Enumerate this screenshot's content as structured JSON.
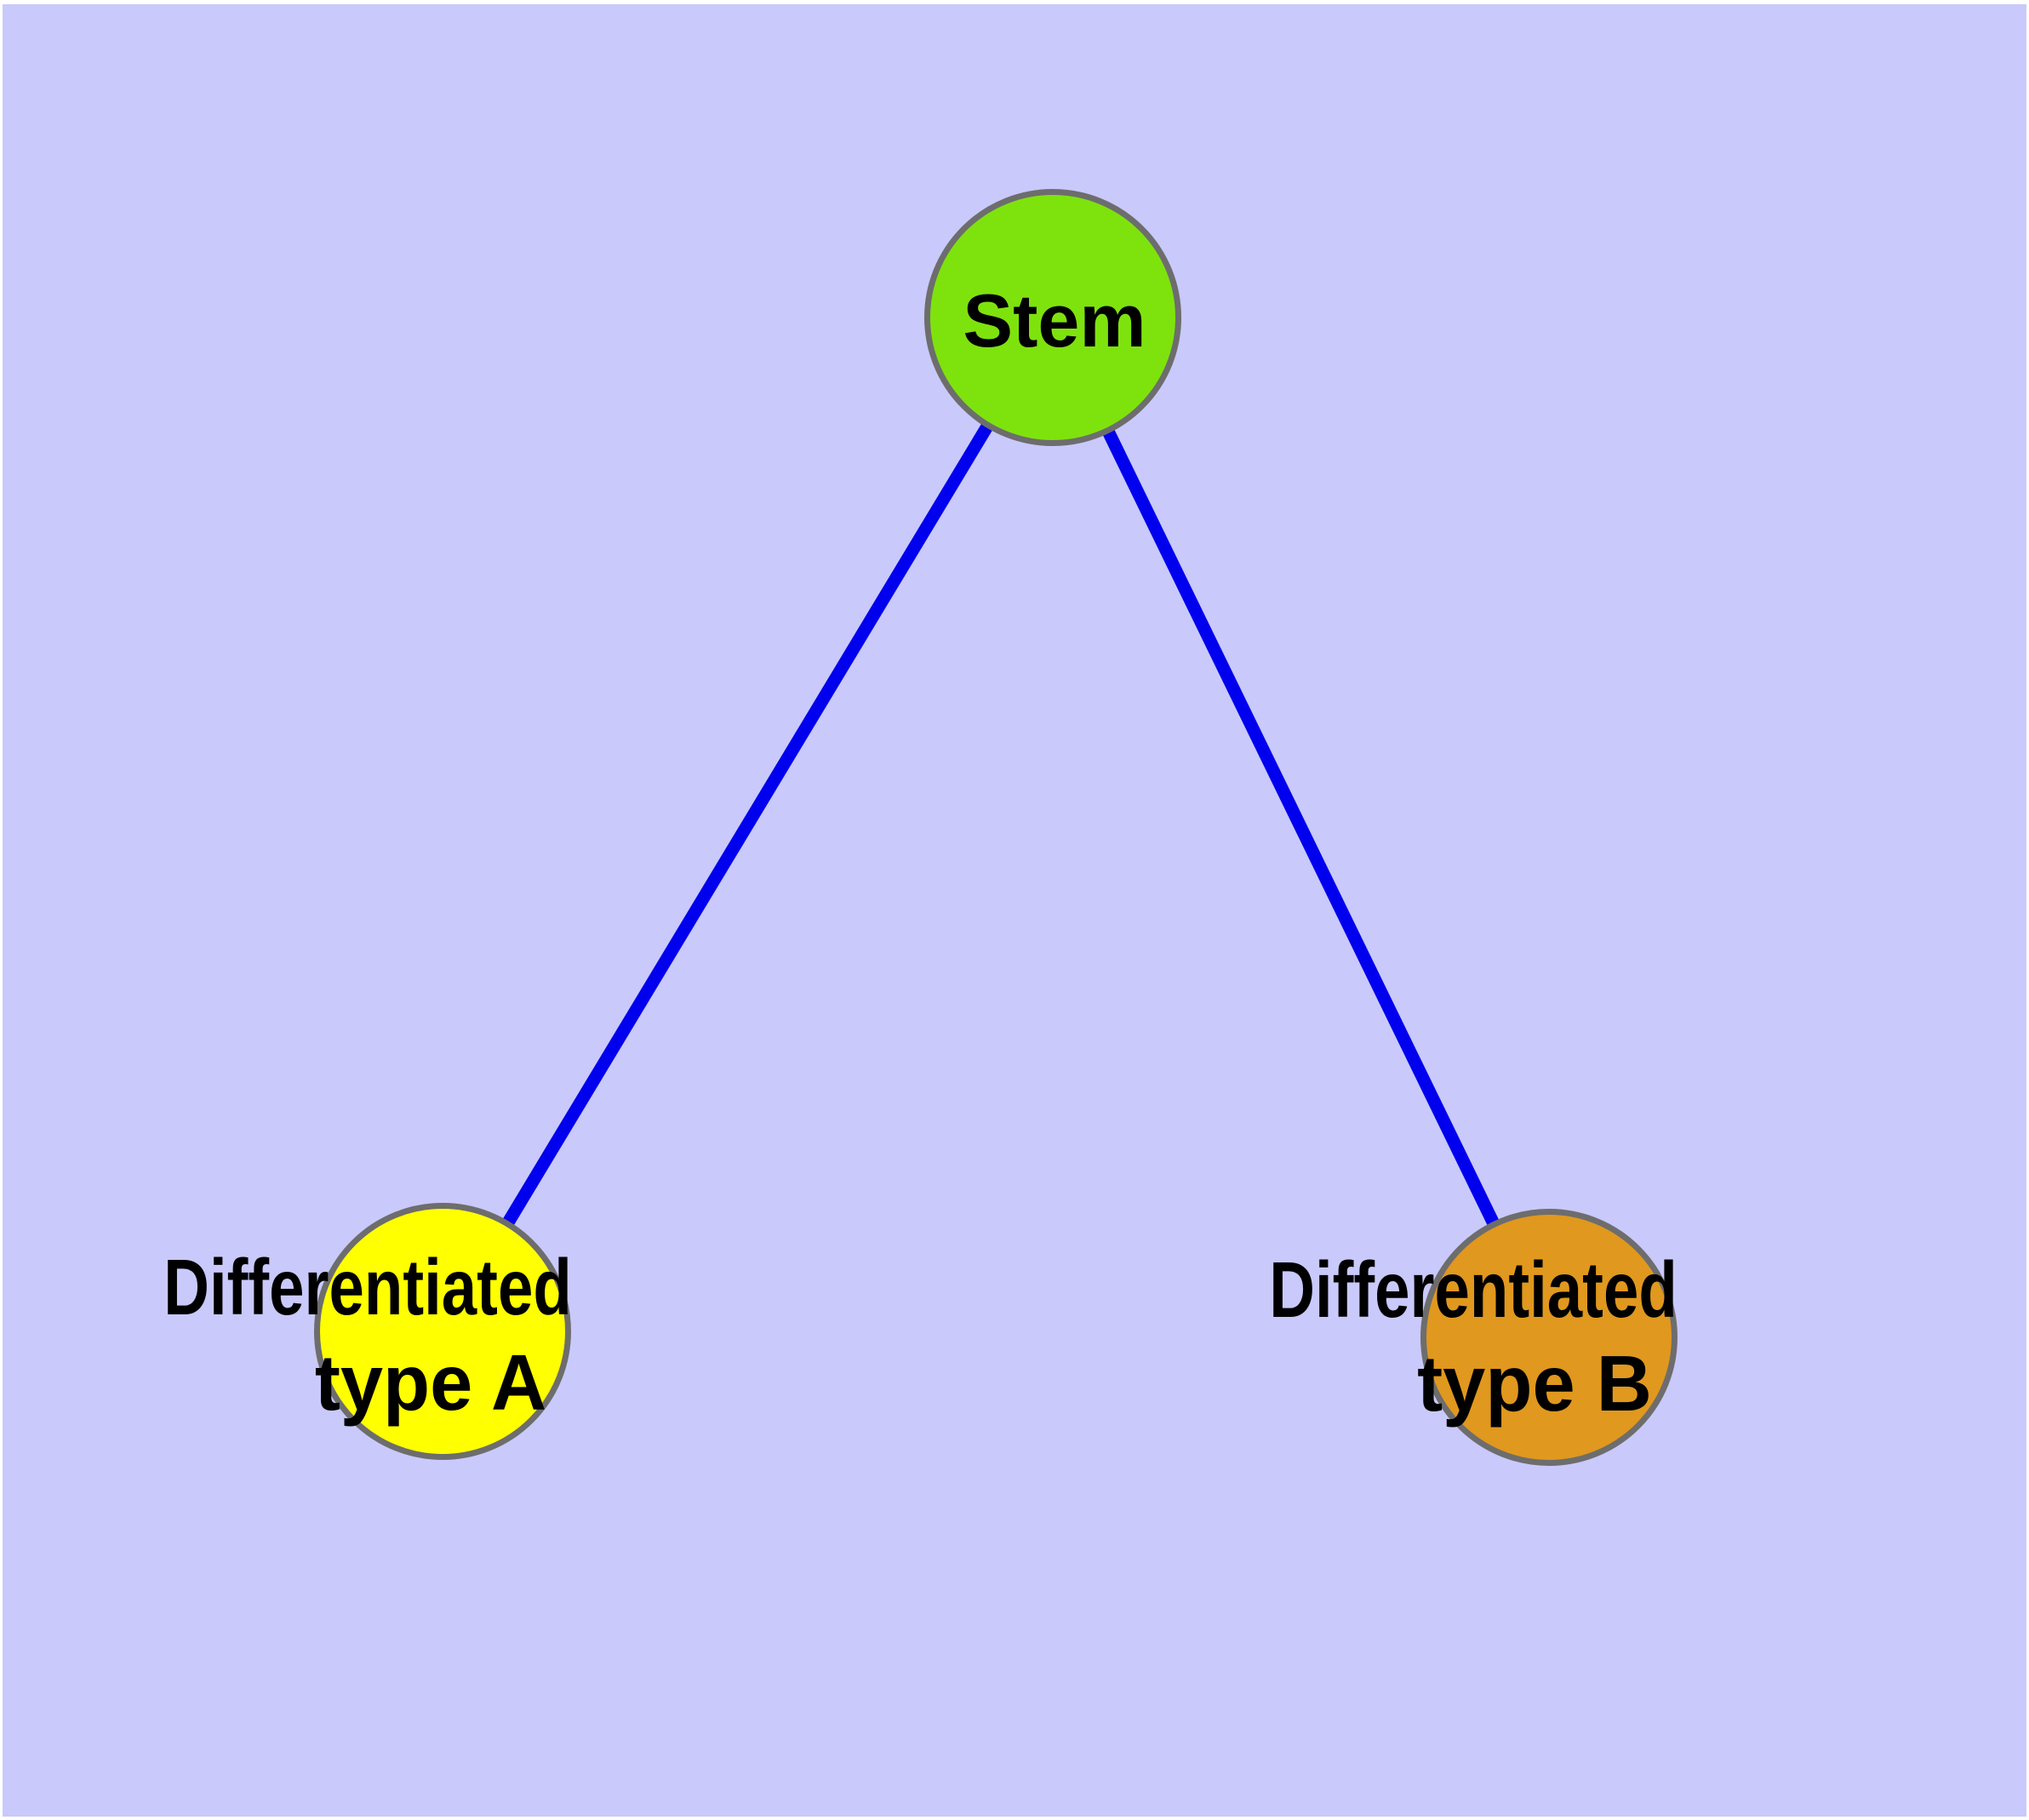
{
  "diagram": {
    "background_color": "#c9c9fb",
    "frame_color": "#ffffff",
    "edge_color": "#0000ee",
    "node_border_color": "#6d6d6d",
    "nodes": [
      {
        "id": "stem",
        "label": "Stem",
        "fill": "#7ee30d"
      },
      {
        "id": "differentiated-type-a",
        "label_line1": "Differentiated",
        "label_line2": "type A",
        "fill": "#ffff00"
      },
      {
        "id": "differentiated-type-b",
        "label_line1": "Differentiated",
        "label_line2": "type B",
        "fill": "#e0981e"
      }
    ],
    "edges": [
      {
        "from": "stem",
        "to": "differentiated-type-a"
      },
      {
        "from": "stem",
        "to": "differentiated-type-b"
      }
    ]
  }
}
